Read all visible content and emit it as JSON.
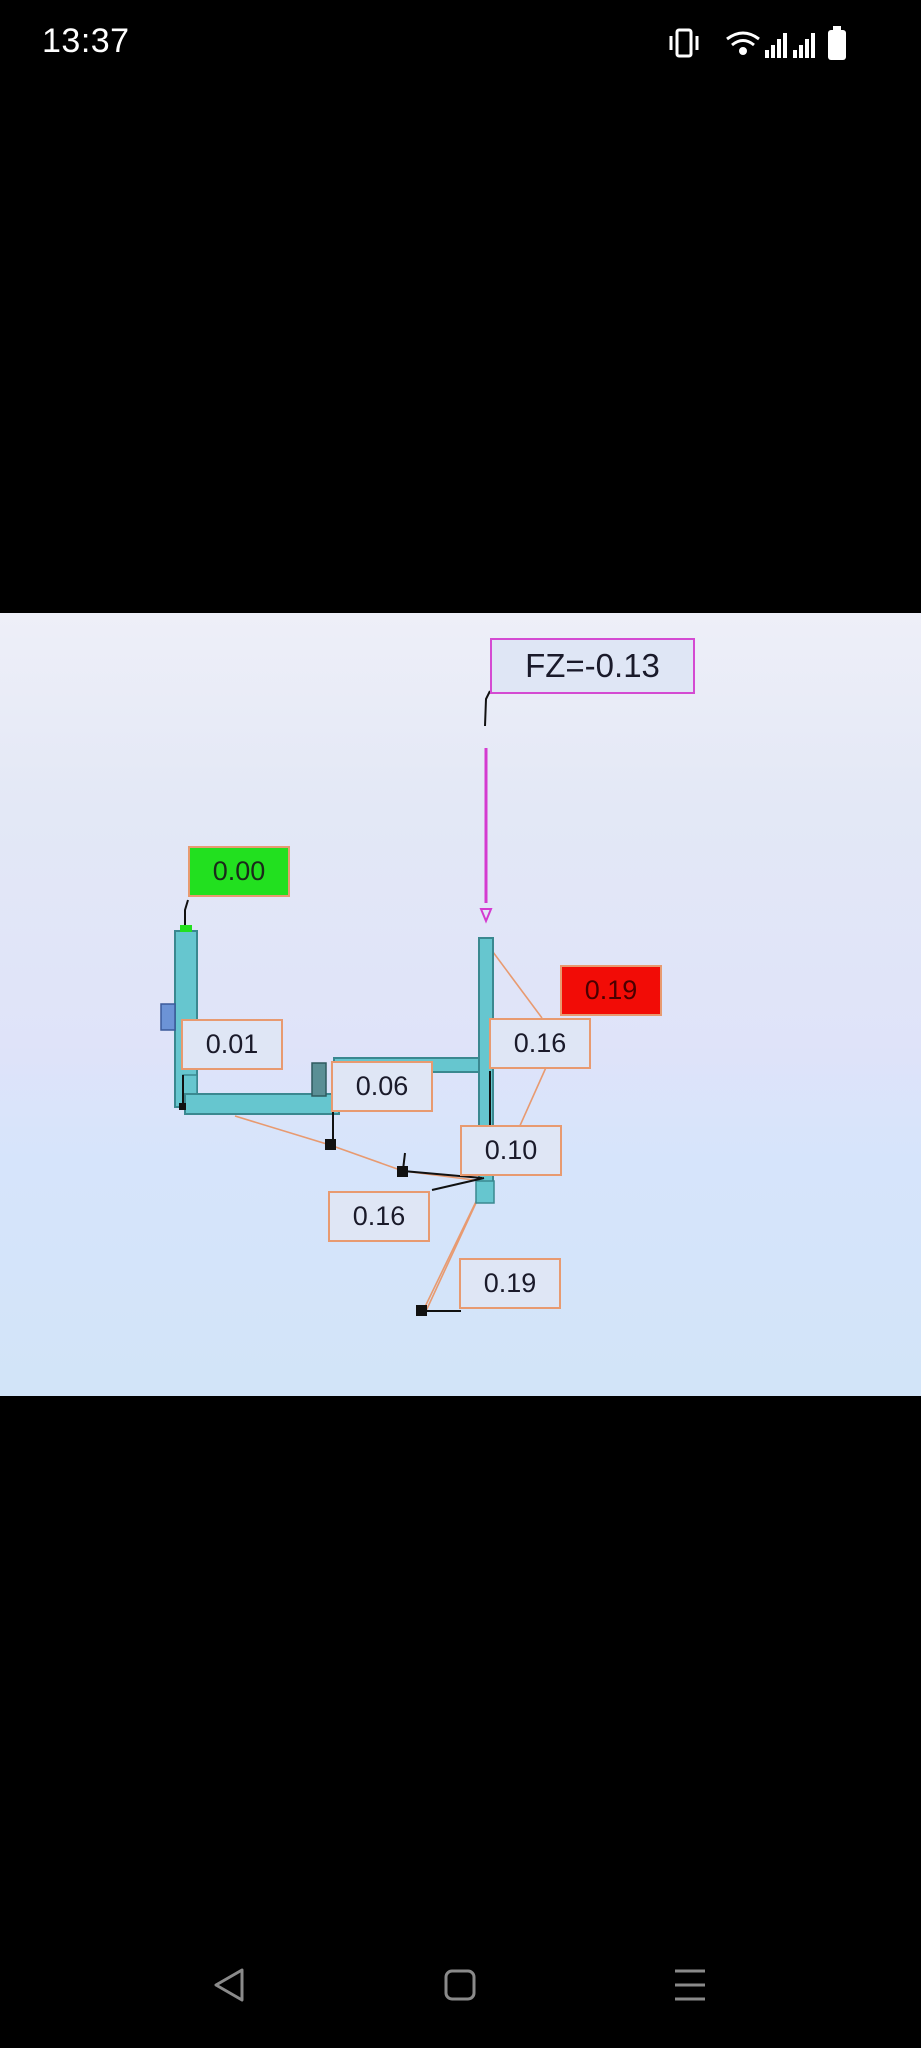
{
  "status_bar": {
    "time": "13:37",
    "icons": [
      "vibrate-icon",
      "wifi-icon",
      "signal-icon",
      "signal-icon",
      "battery-icon"
    ]
  },
  "viewer": {
    "force_label": "FZ=-0.13",
    "node_labels": {
      "top_left": "0.00",
      "left_mid": "0.01",
      "center": "0.06",
      "right_mid": "0.16",
      "right_top": "0.19",
      "center_right": "0.10",
      "bottom_left": "0.16",
      "bottom": "0.19"
    },
    "colors": {
      "pipe": "#66c6cf",
      "force_arrow": "#d43bd0",
      "label_border": "#e89a70",
      "highlight_low": "#22e01f",
      "highlight_high": "#f20c06"
    }
  },
  "nav_bar": {
    "buttons": [
      "back-icon",
      "home-icon",
      "menu-icon"
    ]
  }
}
